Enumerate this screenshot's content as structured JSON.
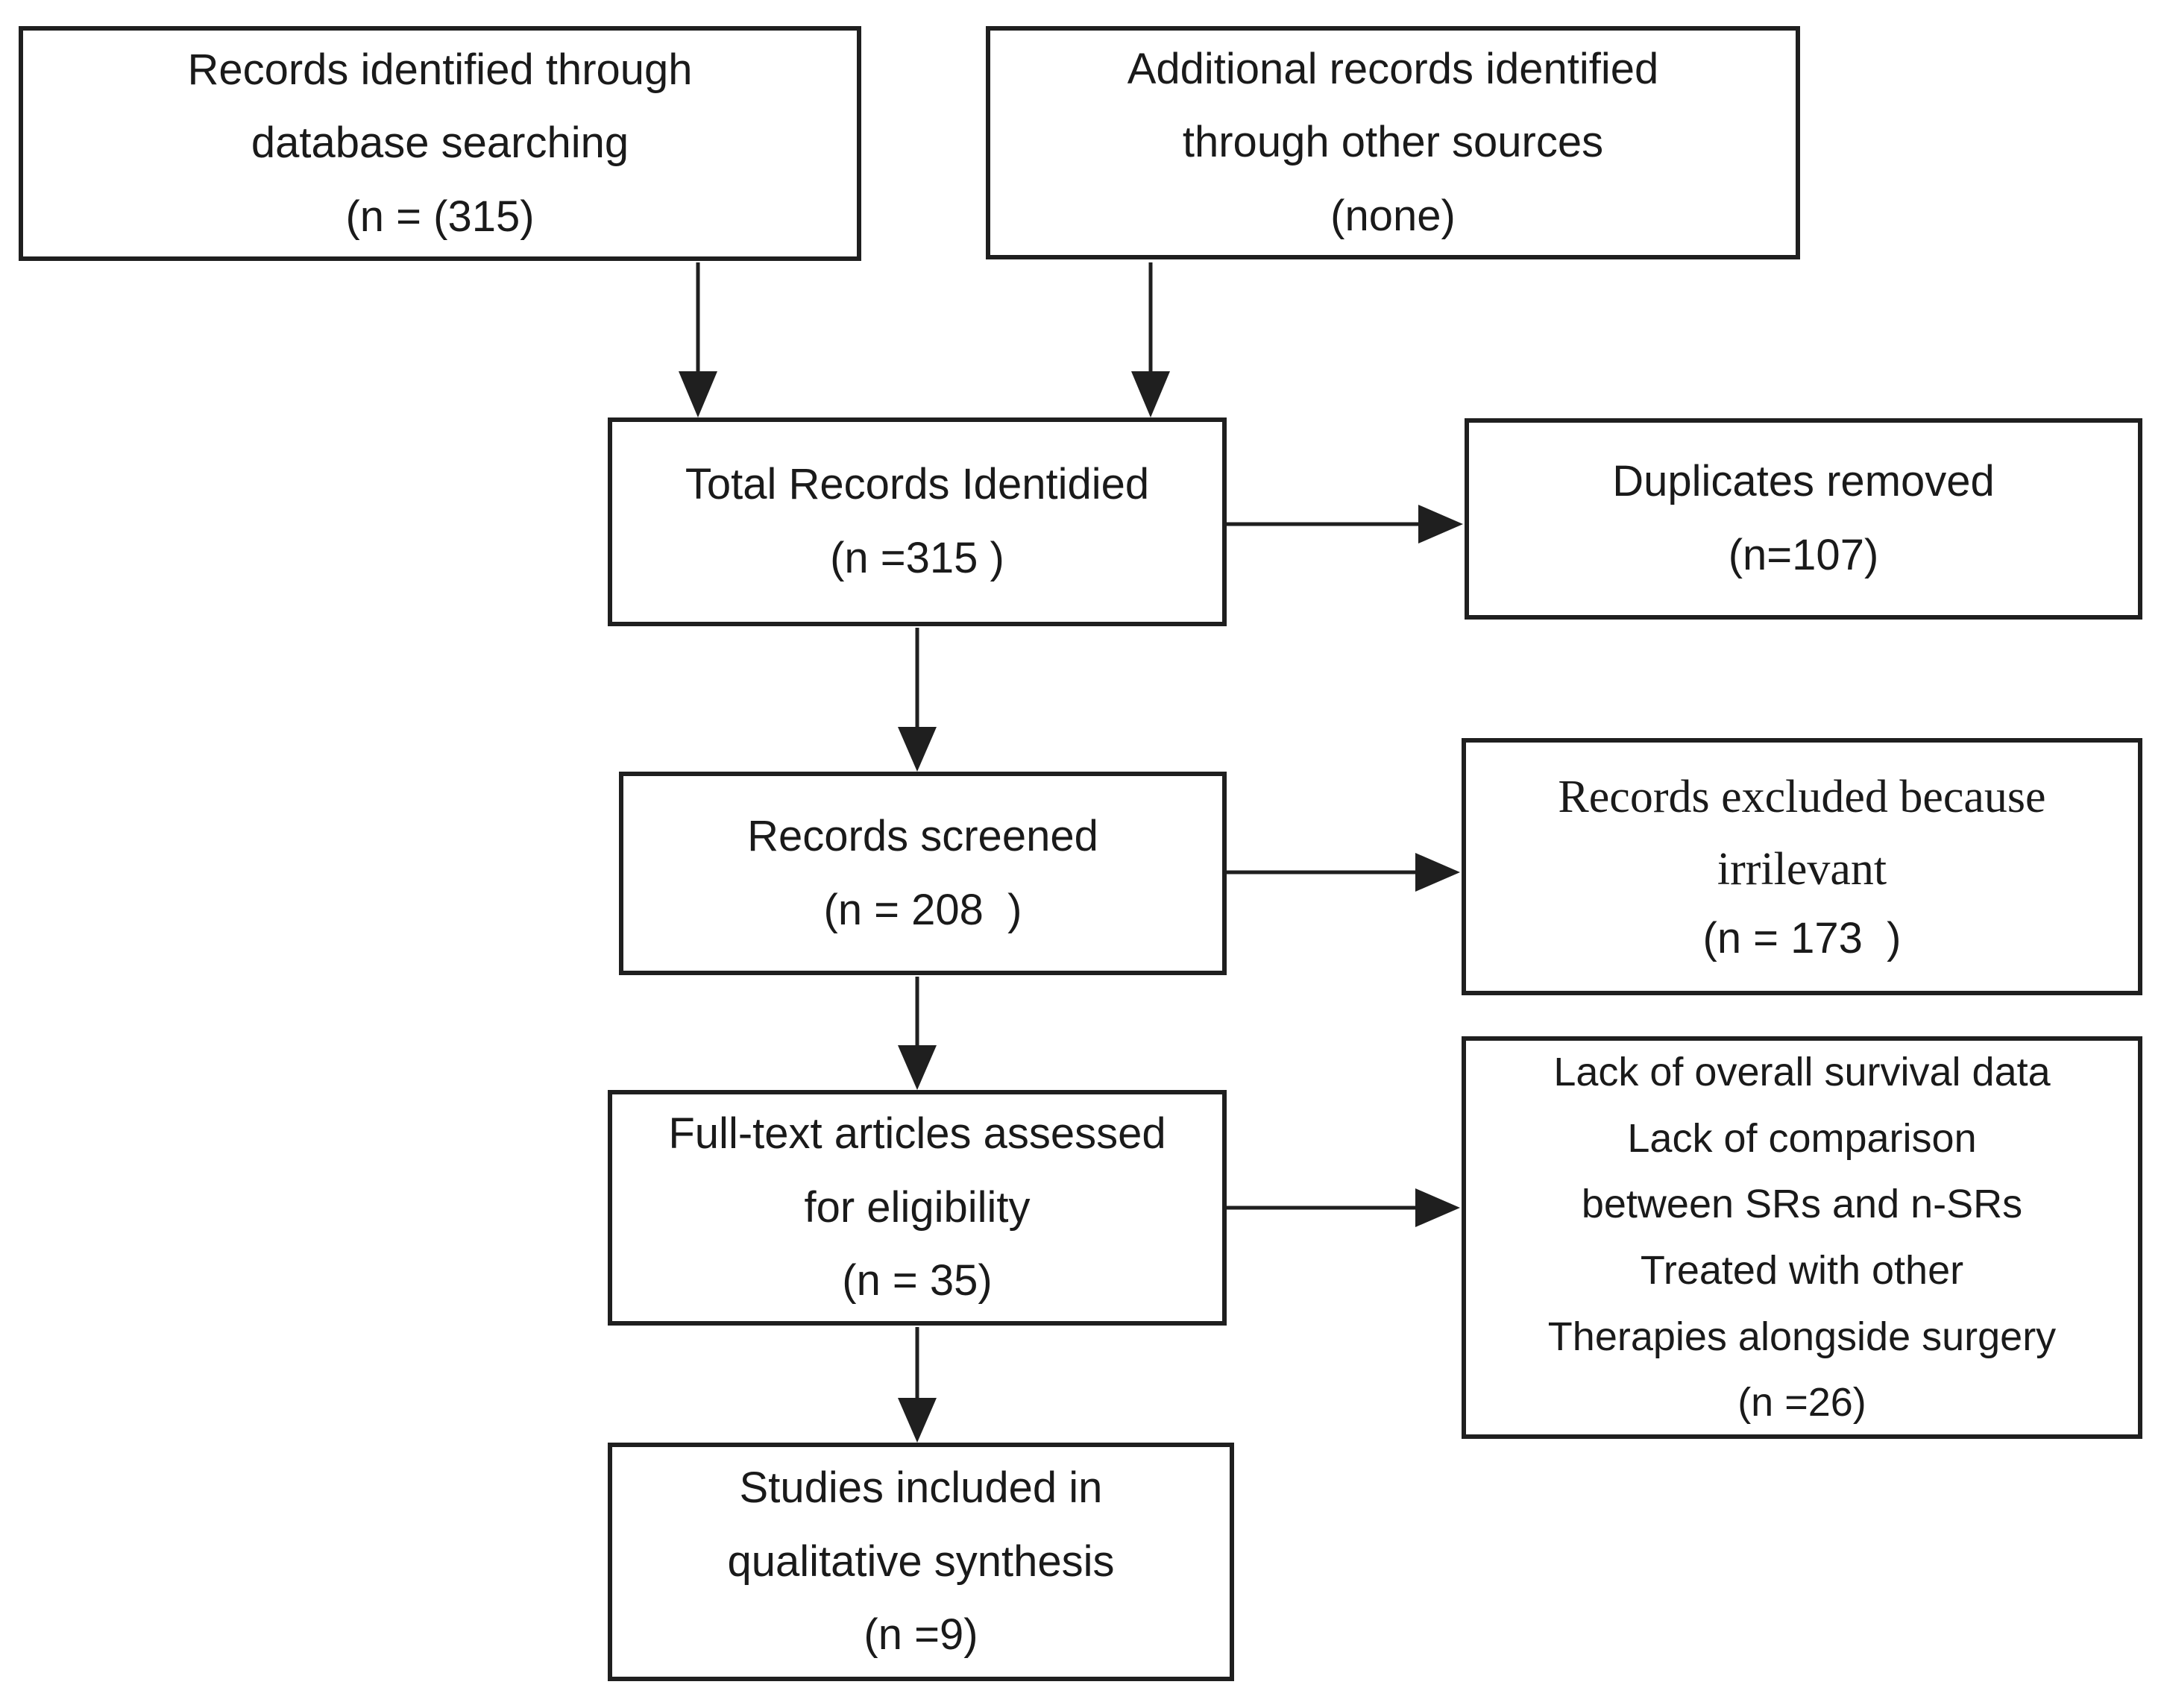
{
  "diagram": {
    "type": "flowchart",
    "background_color": "#ffffff",
    "line_color": "#1f1f1f",
    "text_color": "#1a1a1a"
  },
  "boxes": {
    "records_identified": {
      "lines": [
        "Records identified through",
        "database searching",
        "(n = (315)"
      ]
    },
    "additional_records": {
      "lines": [
        "Additional records identified",
        "through other sources",
        "(none)"
      ]
    },
    "total_records": {
      "lines": [
        "Total Records Identidied",
        "(n =315 )"
      ]
    },
    "duplicates_removed": {
      "lines": [
        "Duplicates removed",
        "(n=107)"
      ]
    },
    "records_screened": {
      "lines": [
        "Records screened",
        "(n = 208  )"
      ]
    },
    "records_excluded": {
      "lines": [
        "Records excluded because",
        "irrilevant",
        "(n = 173  )"
      ]
    },
    "fulltext_assessed": {
      "lines": [
        "Full-text articles assessed",
        "for eligibility",
        "(n = 35)"
      ]
    },
    "exclusion_reasons": {
      "lines": [
        "Lack of overall survival data",
        "Lack of comparison",
        "between SRs and n-SRs",
        "Treated with other",
        "Therapies alongside surgery",
        "(n =26)"
      ]
    },
    "studies_included": {
      "lines": [
        "Studies included in",
        "qualitative synthesis",
        "(n =9)"
      ]
    }
  },
  "arrows": [
    {
      "from": "records_identified",
      "to": "total_records"
    },
    {
      "from": "additional_records",
      "to": "total_records"
    },
    {
      "from": "total_records",
      "to": "duplicates_removed"
    },
    {
      "from": "total_records",
      "to": "records_screened"
    },
    {
      "from": "records_screened",
      "to": "records_excluded"
    },
    {
      "from": "records_screened",
      "to": "fulltext_assessed"
    },
    {
      "from": "fulltext_assessed",
      "to": "exclusion_reasons"
    },
    {
      "from": "fulltext_assessed",
      "to": "studies_included"
    }
  ]
}
